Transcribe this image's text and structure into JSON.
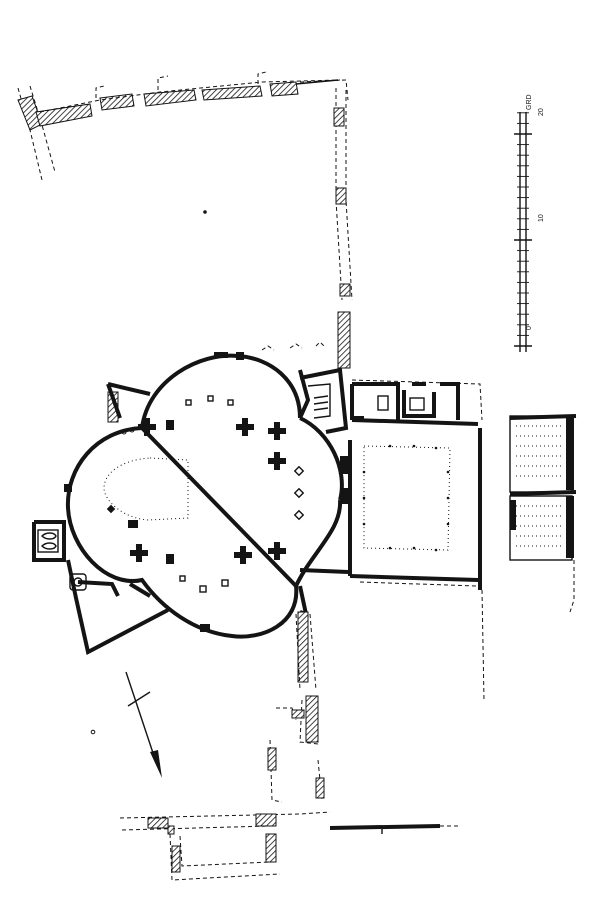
{
  "scale_bar": {
    "unit": "GRD",
    "tick_labels": [
      "0",
      "10",
      "20"
    ]
  },
  "colors": {
    "ink": "#141414",
    "background": "#ffffff"
  },
  "icons": {
    "north_arrow": "north-arrow-icon"
  }
}
